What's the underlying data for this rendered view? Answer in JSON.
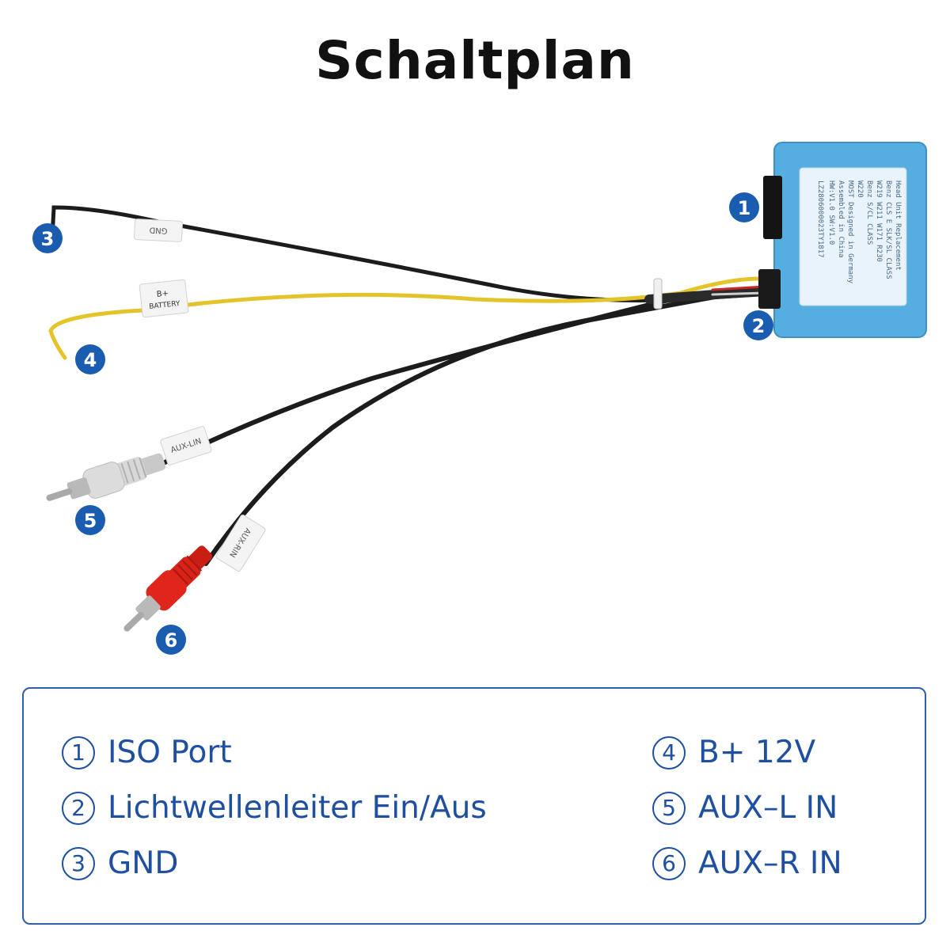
{
  "title": "Schaltplan",
  "colors": {
    "badge": "#1a5cb0",
    "legend_text": "#1f4fa0",
    "box": "#56aee0",
    "wire_black": "#1c1c1c",
    "wire_yellow": "#e3c52b",
    "rca_white": "#d8d8d8",
    "rca_red": "#e0261c"
  },
  "module": {
    "label_lines": [
      "Head Unit Replacement",
      "Benz CLS E SLK/SL CLASS",
      "W219 W211 W171 R230",
      "Benz S/CL CLASS",
      "W220",
      "MOST Designed in Germany",
      "Assembled in China",
      "HW:V1.0 SW:V1.0",
      "LZ2806000023TY1817"
    ]
  },
  "wire_tags": {
    "gnd": "GND",
    "battery_line1": "B+",
    "battery_line2": "BATTERY",
    "aux_l": "AUX-LIN",
    "aux_r": "AUX-RIN"
  },
  "badges": [
    "1",
    "2",
    "3",
    "4",
    "5",
    "6"
  ],
  "legend": [
    {
      "num": "1",
      "label": "ISO Port"
    },
    {
      "num": "2",
      "label": "Lichtwellenleiter Ein/Aus"
    },
    {
      "num": "3",
      "label": "GND"
    },
    {
      "num": "4",
      "label": "B+ 12V"
    },
    {
      "num": "5",
      "label": "AUX–L IN"
    },
    {
      "num": "6",
      "label": "AUX–R IN"
    }
  ]
}
